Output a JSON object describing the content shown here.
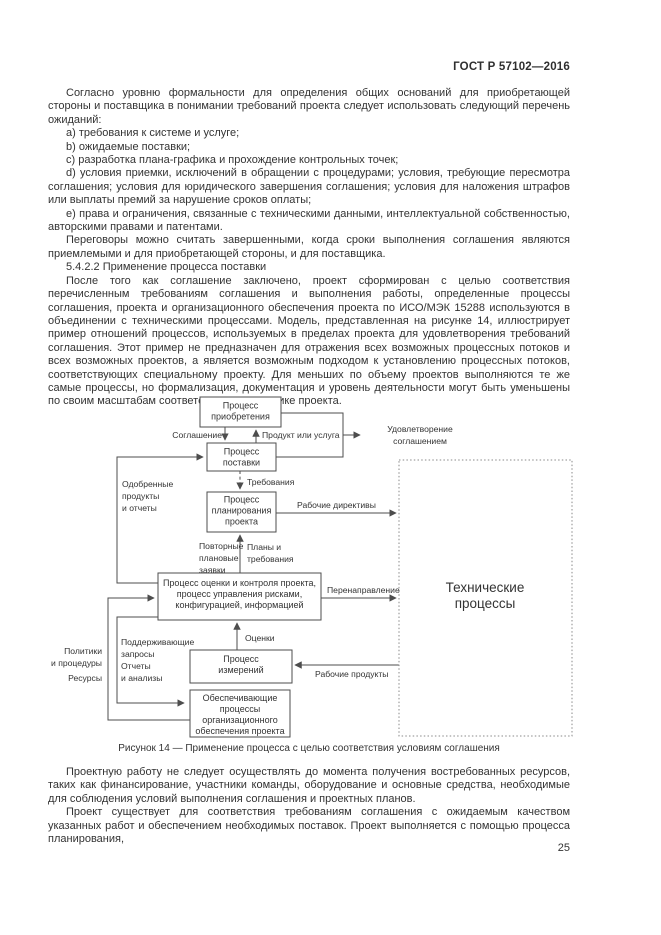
{
  "colors": {
    "text": "#333333",
    "line": "#4d4d4d",
    "page_bg": "#ffffff"
  },
  "header": {
    "title": "ГОСТ Р 57102—2016"
  },
  "body": {
    "top_paragraphs": [
      "Согласно уровню формальности для определения общих оснований для приобретающей стороны и поставщика в понимании требований проекта следует использовать следующий перечень ожиданий:",
      "a) требования к системе и услуге;",
      "b) ожидаемые поставки;",
      "c) разработка плана-графика и прохождение контрольных точек;",
      "d) условия приемки, исключений в обращении с процедурами; условия, требующие пересмотра соглашения; условия для юридического завершения соглашения; условия для наложения штрафов или выплаты премий за нарушение сроков оплаты;",
      "e) права и ограничения, связанные с техническими данными, интеллектуальной собственностью, авторскими правами и патентами.",
      "Переговоры можно считать завершенными, когда сроки выполнения соглашения являются приемлемыми и для приобретающей стороны, и для поставщика.",
      "5.4.2.2 Применение процесса поставки",
      "После того как соглашение заключено, проект сформирован с целью соответствия перечисленным требованиям соглашения и выполнения работы, определенные процессы соглашения, проекта и организационного обеспечения проекта по ИСО/МЭК 15288 используются в объединении с техническими процессами. Модель, представленная на рисунке 14, иллюстрирует пример отношений процессов, используемых в пределах проекта для удовлетворения требований соглашения. Этот пример не предназначен для отражения всех возможных процессных потоков и всех возможных проектов, а является возможным подходом к установлению процессных потоков, соответствующих специальному проекту. Для меньших по объему проектов выполняются те же самые процессы, но формализация, документация и уровень деятельности могут быть уменьшены по своим масштабам соответственно экономике проекта."
    ],
    "caption": "Рисунок 14 — Применение процесса с целью соответствия условиям соглашения",
    "bottom_paragraphs": [
      "Проектную работу не следует осуществлять до момента получения востребованных ресурсов, таких как финансирование, участники команды, оборудование и основные средства, необходимые для соблюдения условий выполнения соглашения и проектных планов.",
      "Проект существует для соответствия требованиям соглашения с ожидаемым качеством указанных работ и обеспечением необходимых поставок. Проект выполняется с помощью процесса планирования,"
    ],
    "page_number": "25"
  },
  "figure": {
    "boxes": {
      "acquisition": [
        "Процесс",
        "приобретения"
      ],
      "supply": [
        "Процесс",
        "поставки"
      ],
      "planning": [
        "Процесс",
        "планирования",
        "проекта"
      ],
      "assessment": [
        "Процесс оценки и контроля проекта,",
        "процесс управления рисками,",
        "конфигурацией, информацией"
      ],
      "measurement": [
        "Процесс",
        "измерений"
      ],
      "enabling": [
        "Обеспечивающие",
        "процессы",
        "организационного",
        "обеспечения проекта"
      ],
      "technical": [
        "Технические",
        "процессы"
      ]
    },
    "labels": {
      "agreement": "Соглашение",
      "product_or_service": "Продукт или услуга",
      "satisfaction": [
        "Удовлетворение",
        "соглашением"
      ],
      "approved_products": [
        "Одобренные",
        "продукты",
        "и отчеты"
      ],
      "requirements": "Требования",
      "work_directives": "Рабочие директивы",
      "replanning_requests": [
        "Повторные",
        "плановые",
        "заявки"
      ],
      "plans_and_requirements": [
        "Планы и",
        "требования"
      ],
      "redirection": "Перенаправление",
      "supporting_requests": [
        "Поддерживающие",
        "запросы",
        "Отчеты",
        "и анализы"
      ],
      "policies": [
        "Политики",
        "и процедуры"
      ],
      "resources": "Ресурсы",
      "assessments": "Оценки",
      "work_products": "Рабочие продукты"
    }
  }
}
